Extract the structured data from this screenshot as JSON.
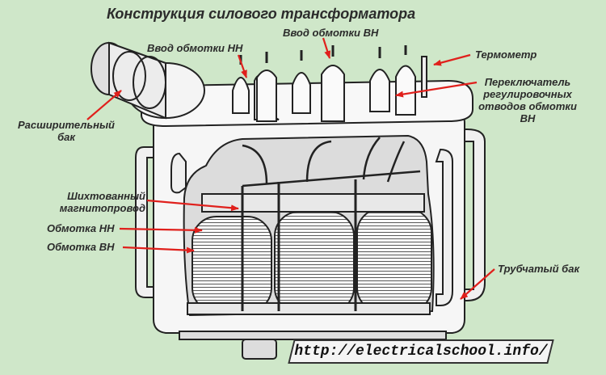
{
  "title": "Конструкция силового трансформатора",
  "labels": {
    "input_lv": "Ввод обмотки НН",
    "input_hv": "Ввод обмотки ВН",
    "thermometer": "Термометр",
    "tap_changer_1": "Переключатель",
    "tap_changer_2": "регулировочных",
    "tap_changer_3": "отводов обмотки",
    "tap_changer_4": "ВН",
    "expander_1": "Расширительный",
    "expander_2": "бак",
    "core_1": "Шихтованный",
    "core_2": "магнитопровод",
    "winding_lv": "Обмотка НН",
    "winding_hv": "Обмотка ВН",
    "tank": "Трубчатый бак"
  },
  "url": "http://electricalschool.info/",
  "colors": {
    "background": "#cfe7c9",
    "arrow": "#e0201c",
    "line_art": "#222222"
  }
}
